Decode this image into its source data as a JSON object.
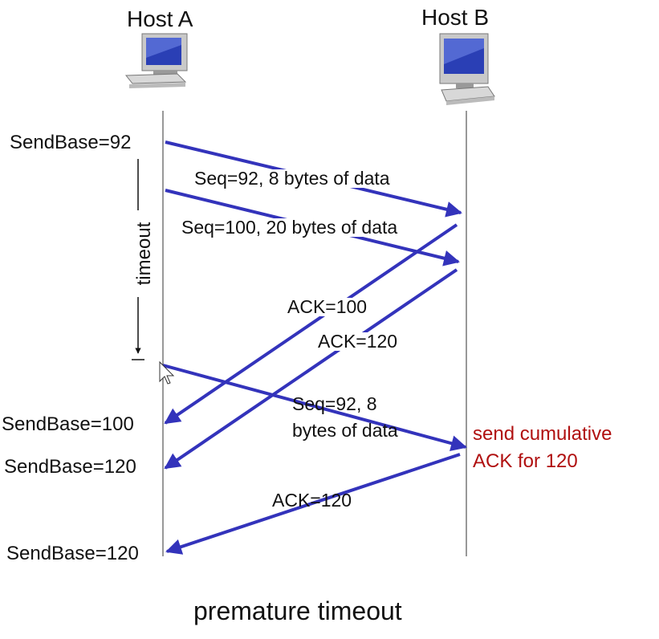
{
  "hosts": {
    "a": "Host A",
    "b": "Host B"
  },
  "sender": {
    "sendbase_1": "SendBase=92",
    "sendbase_2": "SendBase=100",
    "sendbase_3": "SendBase=120",
    "sendbase_4": "SendBase=120",
    "timeout": "timeout"
  },
  "messages": {
    "seq92": "Seq=92, 8 bytes of data",
    "seq100": "Seq=100, 20 bytes of data",
    "ack100": "ACK=100",
    "ack120": "ACK=120",
    "seq92_retx_line1": "Seq=92,  8",
    "seq92_retx_line2": "bytes of data",
    "ack120_final": "ACK=120"
  },
  "receiver_note": {
    "line1": "send cumulative",
    "line2": "ACK for 120"
  },
  "caption": "premature timeout",
  "colors": {
    "arrow": "#3333bb",
    "note": "#b01010",
    "timeline": "#777777"
  }
}
